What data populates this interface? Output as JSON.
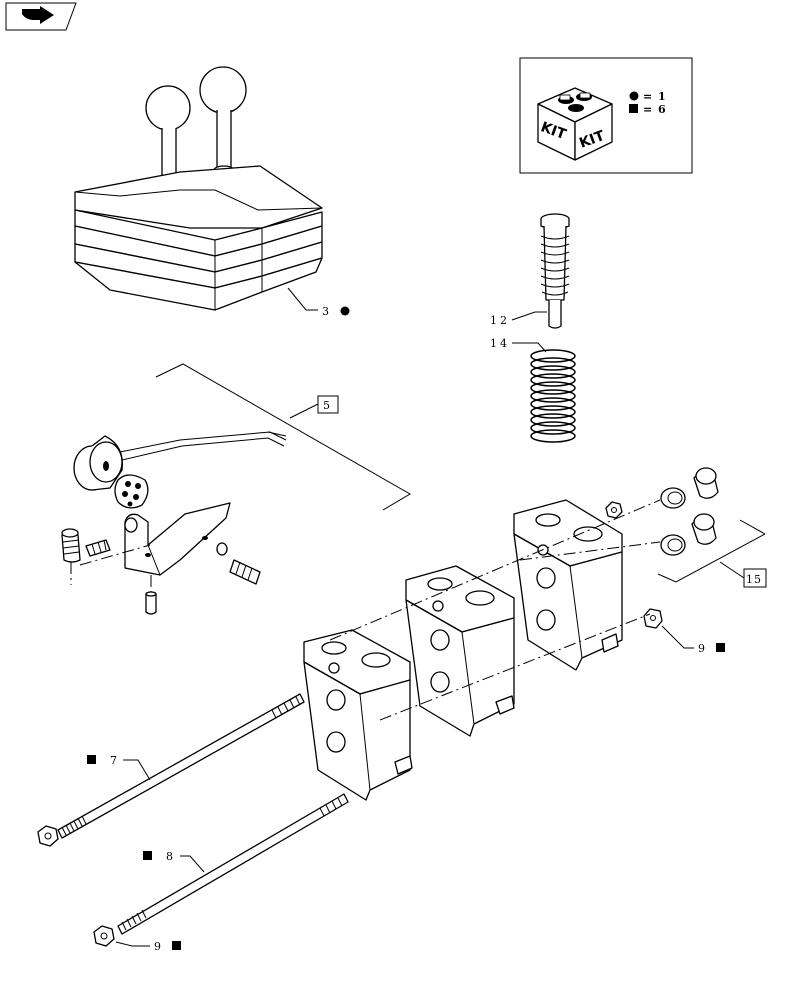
{
  "nav": {
    "icon": "next-page-icon"
  },
  "kit_legend": {
    "box_label_left": "KIT",
    "box_label_right": "KIT",
    "circle_eq": "= 1",
    "square_eq": "= 6"
  },
  "callouts": {
    "c3": "3",
    "c5": "5",
    "c7": "7",
    "c8": "8",
    "c9a": "9",
    "c9b": "9",
    "c12": "12",
    "c14": "14",
    "c15": "15"
  }
}
